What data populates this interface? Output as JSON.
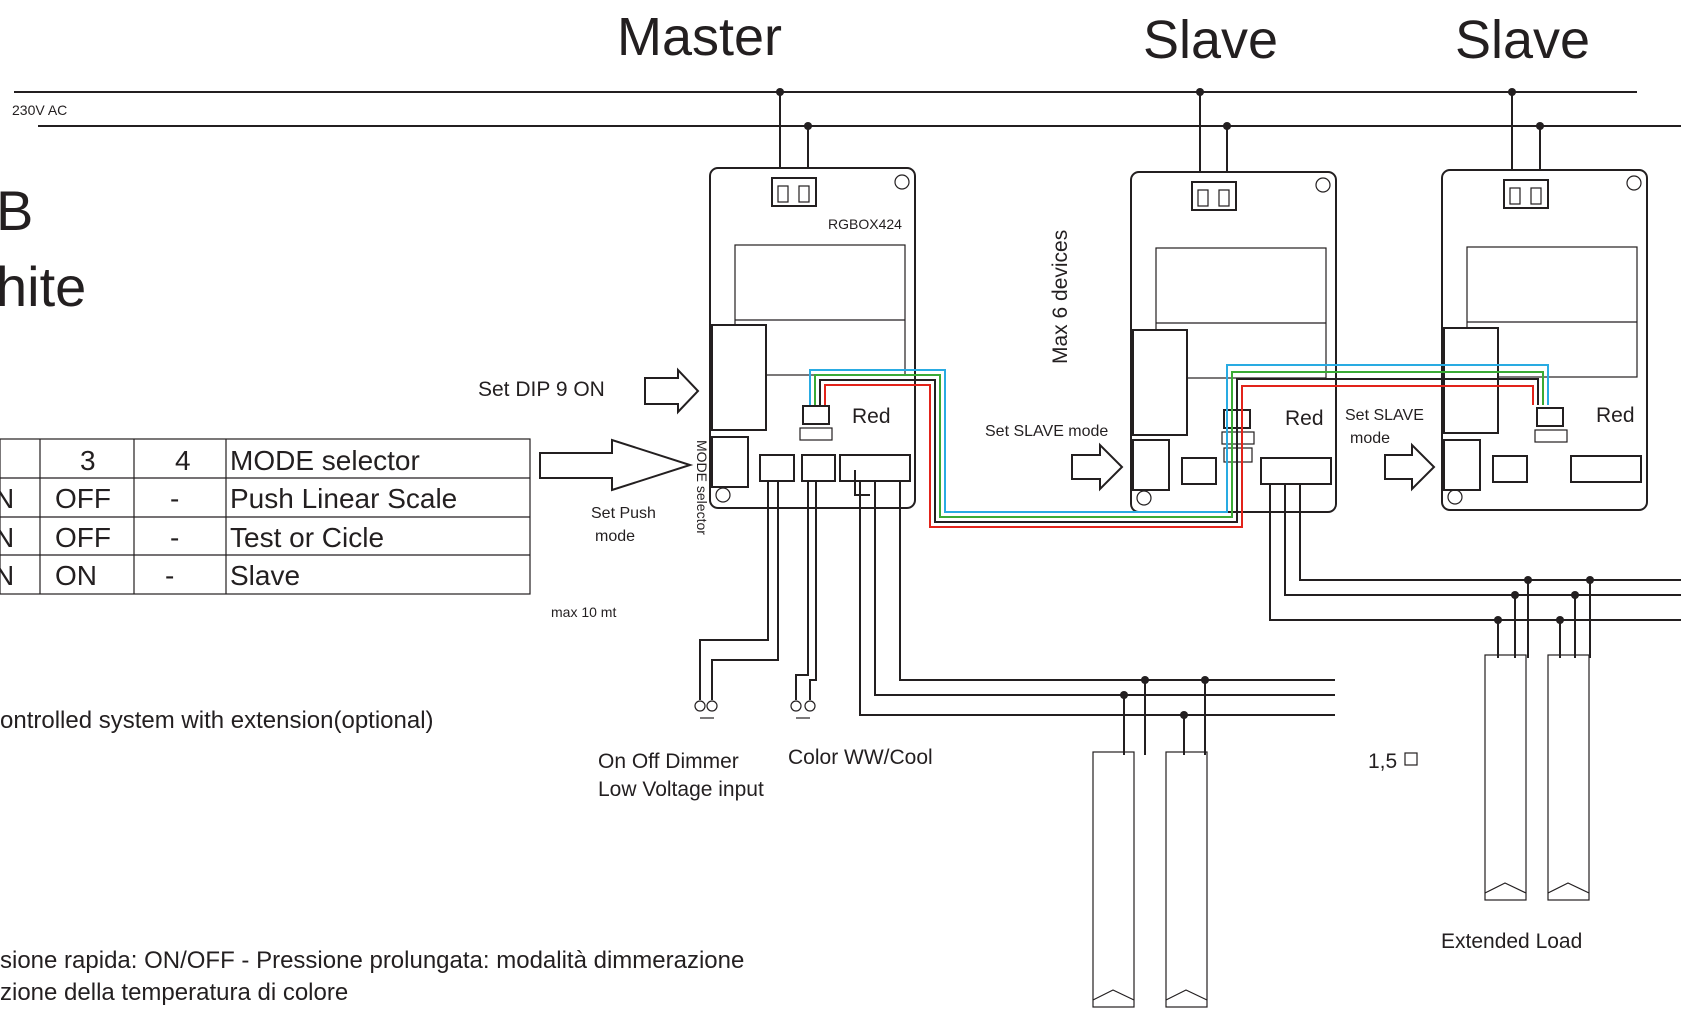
{
  "titles": {
    "master": "Master",
    "slave1": "Slave",
    "slave2": "Slave"
  },
  "power_label": "230V AC",
  "left_title": {
    "line1": "B",
    "line2": "hite"
  },
  "device_model": "RGBOX424",
  "max_devices": "Max 6 devices",
  "dip_instruction": "Set DIP 9 ON",
  "push_mode": {
    "line1": "Set Push",
    "line2": "mode"
  },
  "mode_selector_label": "MODE selector",
  "slave_mode_label_1": "Set SLAVE mode",
  "slave_mode_label_2": {
    "line1": "Set SLAVE",
    "line2": "mode"
  },
  "red_label": "Red",
  "cable_length": "max 10 mt",
  "section_size": "1,5",
  "extended_load": "Extended Load",
  "inputs": {
    "dimmer_line1": "On Off Dimmer",
    "dimmer_line2": "Low Voltage input",
    "color": "Color WW/Cool"
  },
  "system_caption": "ontrolled system with extension(optional)",
  "footnote_1": "sione rapida: ON/OFF - Pressione prolungata: modalità dimmerazione",
  "footnote_2": "zione della temperatura di colore",
  "mode_table": {
    "header": [
      "",
      "3",
      "4",
      "MODE selector"
    ],
    "rows": [
      [
        "N",
        "OFF",
        "-",
        "Push Linear Scale"
      ],
      [
        "N",
        "OFF",
        "-",
        "Test or Cicle"
      ],
      [
        "N",
        "ON",
        "-",
        "Slave"
      ]
    ]
  },
  "colors": {
    "wire_red": "#e2231a",
    "wire_green": "#3aaa35",
    "wire_cyan": "#29abe2",
    "ink": "#231f20"
  }
}
